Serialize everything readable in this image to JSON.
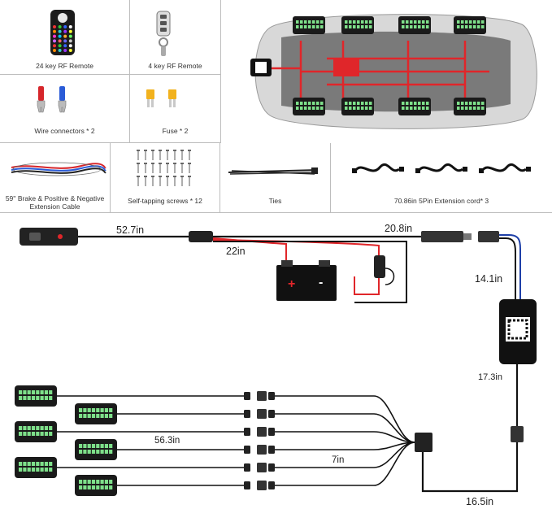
{
  "accessories": {
    "remote24": "24 key RF Remote",
    "remote4": "4 key RF Remote",
    "wire_connectors": "Wire connectors * 2",
    "fuse": "Fuse * 2",
    "brake_cable_line1": "59'' Brake & Positive & Negative",
    "brake_cable_line2": "Extension Cable",
    "screws": "Self-tapping screws * 12",
    "ties": "Ties",
    "extension_cords": "70.86in 5Pin Extension cord* 3"
  },
  "wiring": {
    "len_switch": "52.7in",
    "len_plug": "20.8in",
    "len_battery": "22in",
    "len_controller_top": "14.1in",
    "len_controller_bottom": "17.3in",
    "len_pods": "56.3in",
    "len_pod_short": "7in",
    "len_bottom": "16.5in",
    "battery_plus": "+",
    "battery_minus": "-"
  },
  "colors": {
    "pod_green": "#7ee08a",
    "wire_red": "#e0262a",
    "wire_blue": "#1e3fa8",
    "wire_black": "#111111",
    "grid_line": "#bdbdbd"
  },
  "icons": [
    "remote-24key-icon",
    "remote-4key-icon",
    "wire-connector-icon",
    "fuse-icon",
    "extension-cable-icon",
    "screws-icon",
    "cable-ties-icon",
    "extension-cord-icon",
    "car-top-view-icon",
    "rock-light-pod-icon",
    "battery-icon",
    "controller-box-icon",
    "switch-icon"
  ]
}
